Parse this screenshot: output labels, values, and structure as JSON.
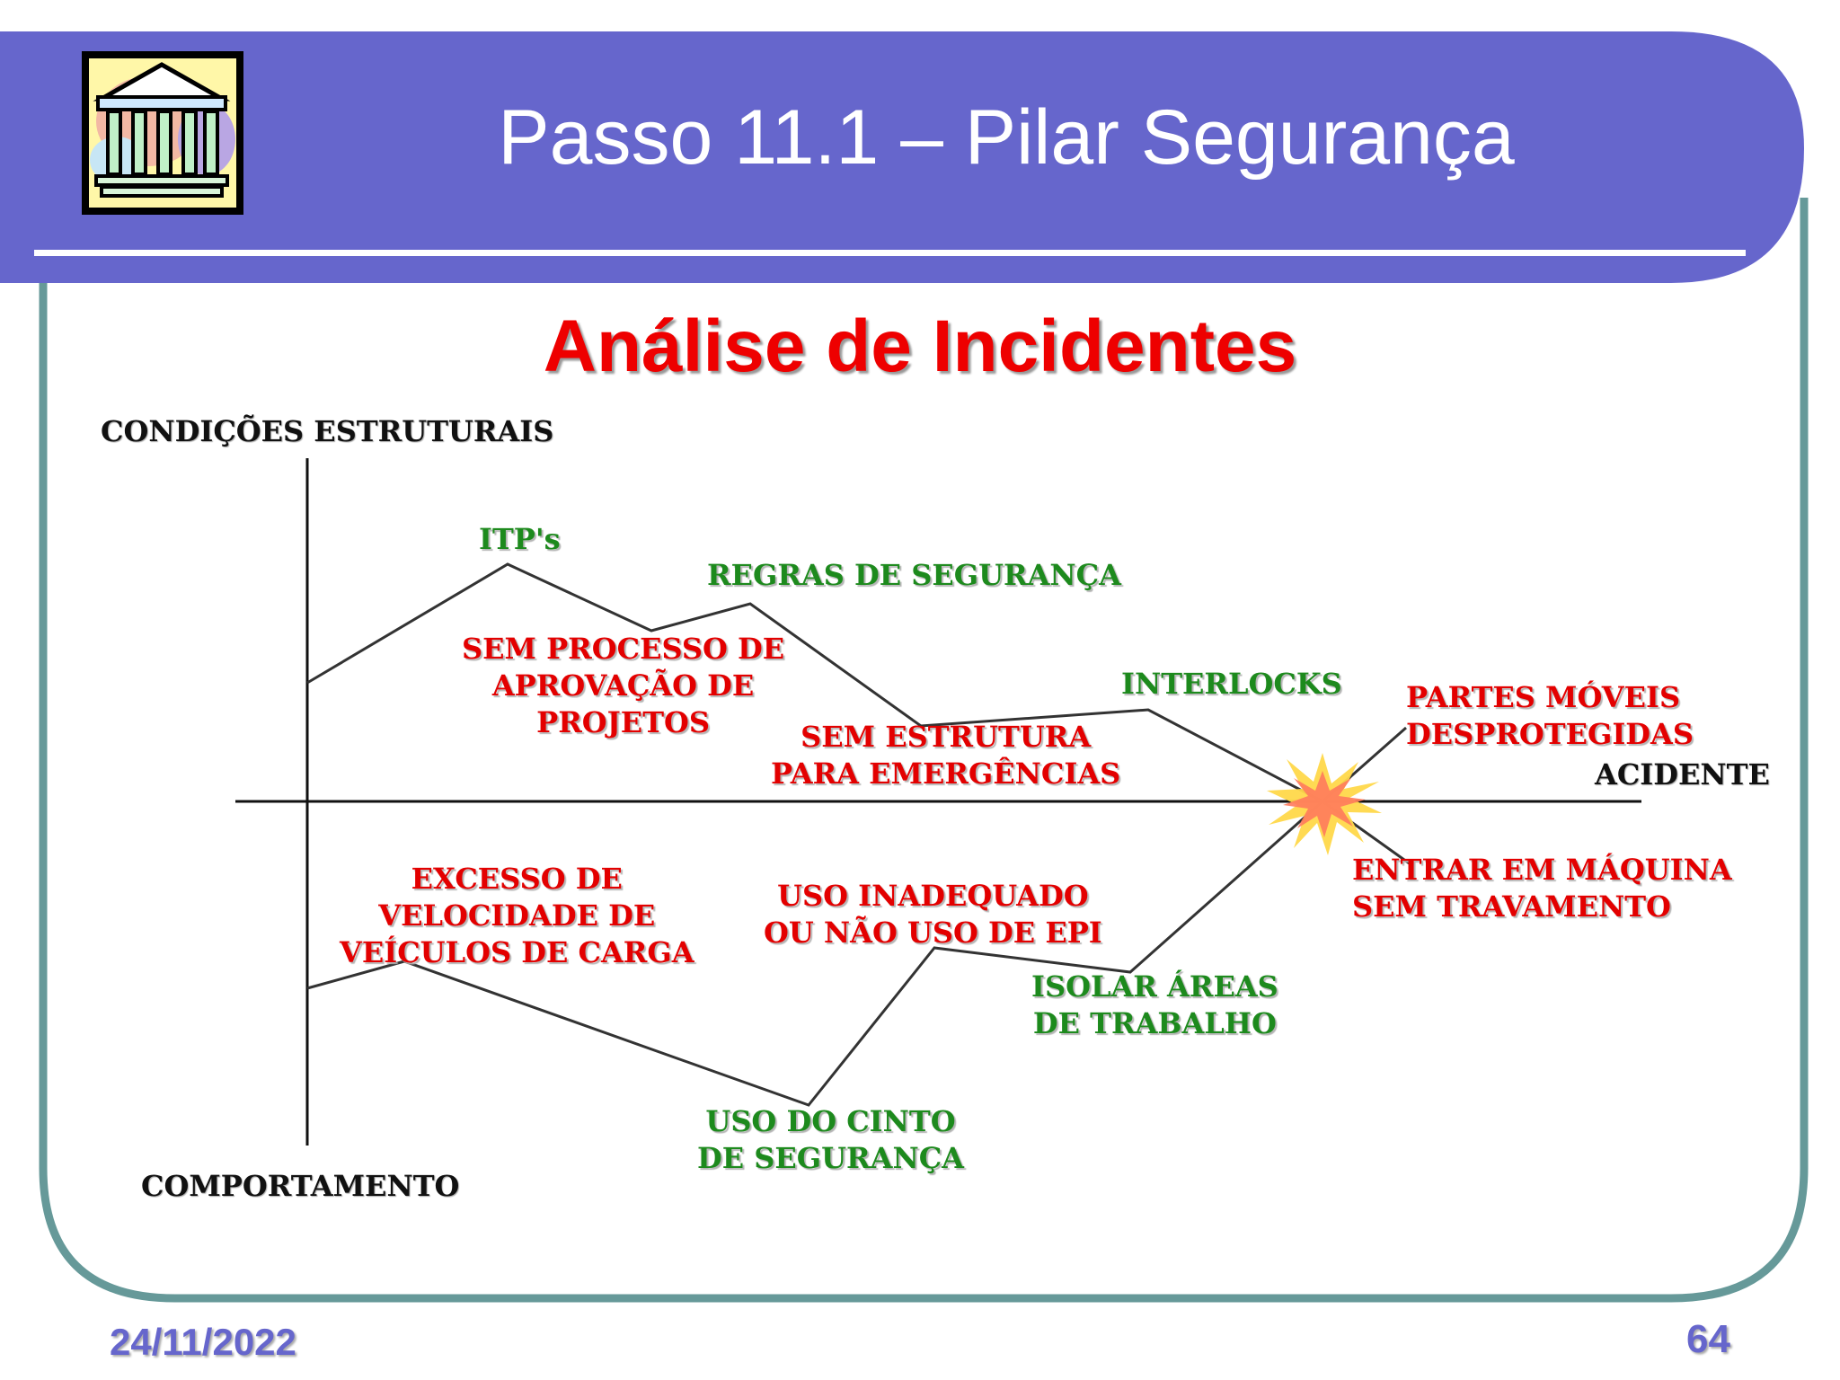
{
  "header": {
    "title": "Passo 11.1 – Pilar Segurança",
    "logo_icon": "temple-pillars-icon"
  },
  "subtitle": "Análise de Incidentes",
  "diagram": {
    "axis_top_label": "CONDIÇÕES ESTRUTURAIS",
    "axis_bottom_label": "COMPORTAMENTO",
    "axis_right_label": "ACIDENTE",
    "upper_labels": {
      "itps": "ITP's",
      "regras": "REGRAS DE SEGURANÇA",
      "sem_processo": "SEM PROCESSO DE\nAPROVAÇÃO DE\nPROJETOS",
      "interlocks": "INTERLOCKS",
      "sem_estrutura": "SEM ESTRUTURA\nPARA EMERGÊNCIAS",
      "partes_moveis": "PARTES MÓVEIS\nDESPROTEGIDAS"
    },
    "lower_labels": {
      "excesso": "EXCESSO DE\nVELOCIDADE DE\nVEÍCULOS DE CARGA",
      "uso_inadequado": "USO INADEQUADO\nOU NÃO USO DE EPI",
      "isolar": "ISOLAR ÁREAS\nDE TRABALHO",
      "uso_cinto": "USO DO CINTO\nDE SEGURANÇA",
      "entrar_maquina": "ENTRAR EM MÁQUINA\nSEM TRAVAMENTO"
    },
    "colors": {
      "barrier": "#1d8a1d",
      "failure": "#e30000",
      "axis": "#111111",
      "header": "#6666cc",
      "frame": "#669999"
    }
  },
  "footer": {
    "date": "24/11/2022",
    "page": "64"
  }
}
